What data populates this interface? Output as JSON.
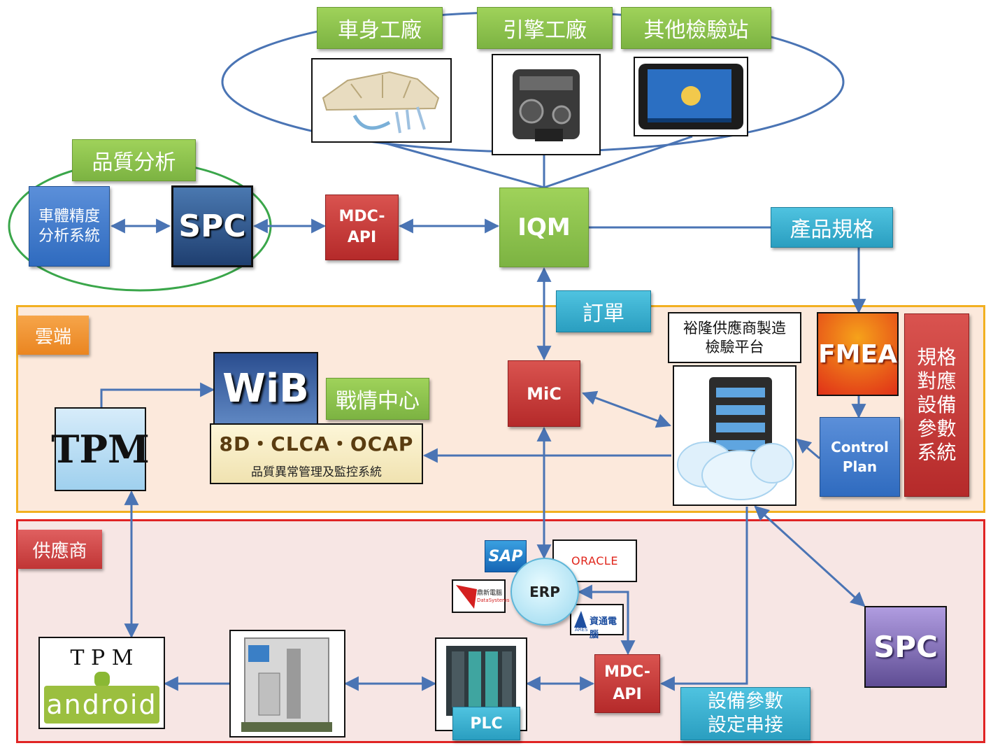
{
  "top_sites": [
    "車身工廠",
    "引擎工廠",
    "其他檢驗站"
  ],
  "quality": {
    "title": "品質分析",
    "system": "車體精度分析系統",
    "spc": "SPC"
  },
  "mdc_api_top": "MDC-API",
  "iqm": "IQM",
  "spec": "產品規格",
  "order": "訂單",
  "cloud": {
    "label": "雲端",
    "platform": "裕隆供應商製造檢驗平台",
    "wib": "WiB",
    "war_room": "戰情中心",
    "clca": "8D・CLCA・OCAP",
    "clca_sub": "品質異常管理及監控系統",
    "tpm": "TPM",
    "mic": "MiC",
    "fmea": "FMEA",
    "control_plan": "Control Plan",
    "spec_system": "規格對應設備參數系統"
  },
  "supplier": {
    "label": "供應商",
    "erp": "ERP",
    "sap": "SAP",
    "oracle": "ORACLE",
    "dsc": "鼎新電腦",
    "dsc_sub": "DataSystems",
    "ares": "資通電腦",
    "ares_sub": "ARES",
    "tpm_android": "T P M",
    "android": "android",
    "plc": "PLC",
    "mdc_api": "MDC-API",
    "param": "設備參數設定串接",
    "spc": "SPC"
  },
  "colors": {
    "arrow": "#4a74b4",
    "cloud_border": "#f2b021",
    "cloud_bg": "#fce9dc",
    "supplier_border": "#e02424",
    "supplier_bg": "#f7e6e4"
  }
}
